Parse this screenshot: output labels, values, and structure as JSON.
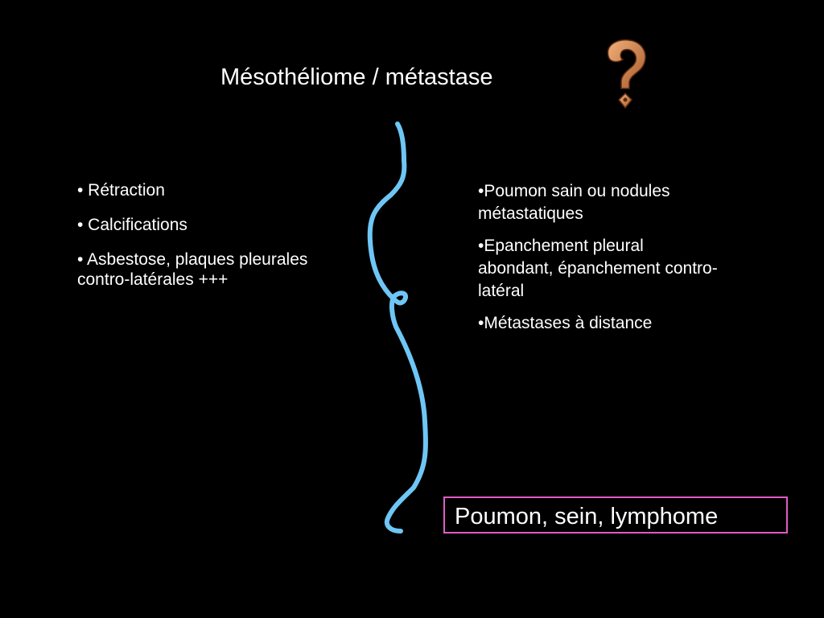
{
  "slide": {
    "title": "Mésothéliome / métastase",
    "colors": {
      "background": "#000000",
      "text": "#ffffff",
      "brace": "#6ec6f5",
      "box_border": "#e05bc4",
      "question_mark": "#d08a5a"
    },
    "left_items": [
      "• Rétraction",
      "• Calcifications",
      "• Asbestose, plaques pleurales contro-latérales +++"
    ],
    "right_items": [
      "•Poumon sain ou nodules métastatiques",
      "•Epanchement pleural abondant, épanchement contro-latéral",
      "•Métastases à distance"
    ],
    "highlight_box": "Poumon, sein, lymphome",
    "icon": "question-mark-icon"
  }
}
